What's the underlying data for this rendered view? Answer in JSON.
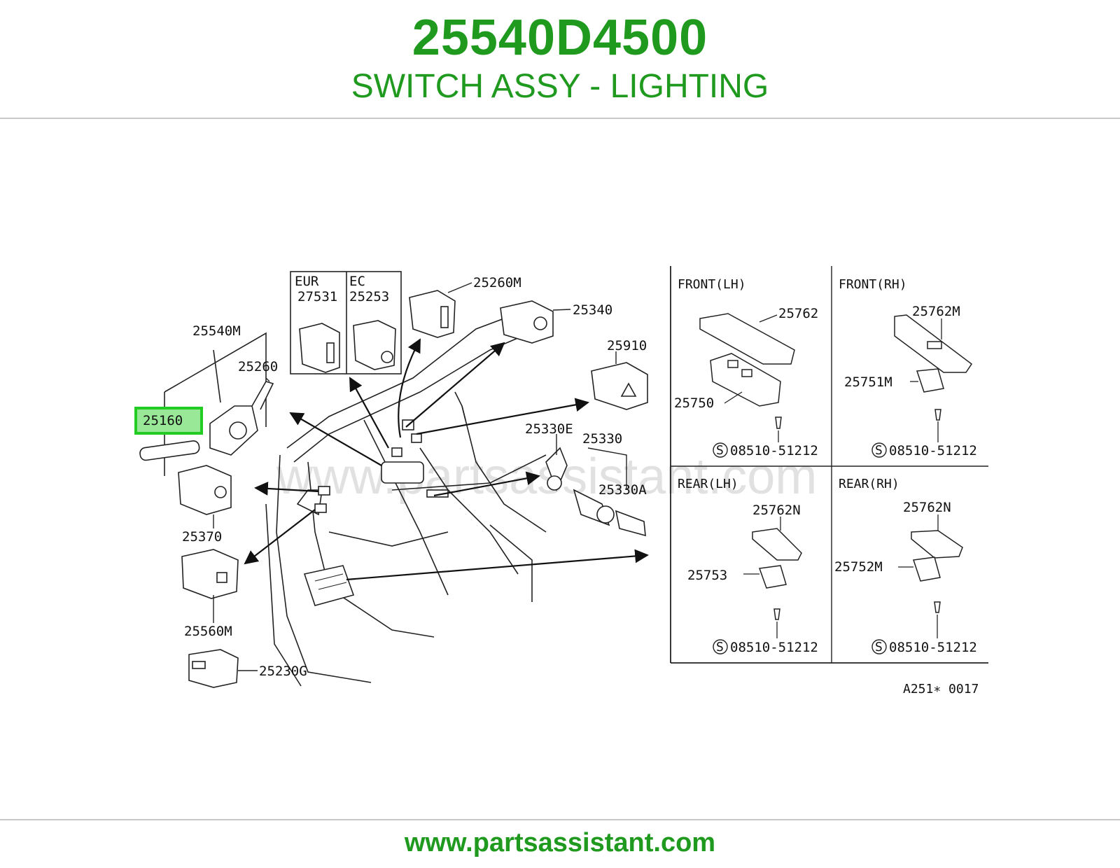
{
  "header": {
    "part_number": "25540D4500",
    "description": "SWITCH ASSY - LIGHTING"
  },
  "footer": {
    "url": "www.partsassistant.com"
  },
  "diagram": {
    "watermark": "www.partsassistant.com",
    "ref_code": "A251∗ 0017",
    "highlighted_part": "25160",
    "inset_box": {
      "left_label": "EUR",
      "left_part": "27531",
      "right_label": "EC",
      "right_part": "25253"
    },
    "parts": {
      "p25540M": "25540M",
      "p25260": "25260",
      "p25370": "25370",
      "p25560M": "25560M",
      "p25230G": "25230G",
      "p25260M": "25260M",
      "p25340": "25340",
      "p25910": "25910",
      "p25330E": "25330E",
      "p25330": "25330",
      "p25330A": "25330A"
    },
    "panels": {
      "front_lh": {
        "title": "FRONT(LH)",
        "cover": "25762",
        "switch": "25750",
        "screw": "08510-51212"
      },
      "front_rh": {
        "title": "FRONT(RH)",
        "cover": "25762M",
        "switch": "25751M",
        "screw": "08510-51212"
      },
      "rear_lh": {
        "title": "REAR(LH)",
        "cover": "25762N",
        "switch": "25753",
        "screw": "08510-51212"
      },
      "rear_rh": {
        "title": "REAR(RH)",
        "cover": "25762N",
        "switch": "25752M",
        "screw": "08510-51212"
      }
    },
    "screw_symbol": "S"
  }
}
